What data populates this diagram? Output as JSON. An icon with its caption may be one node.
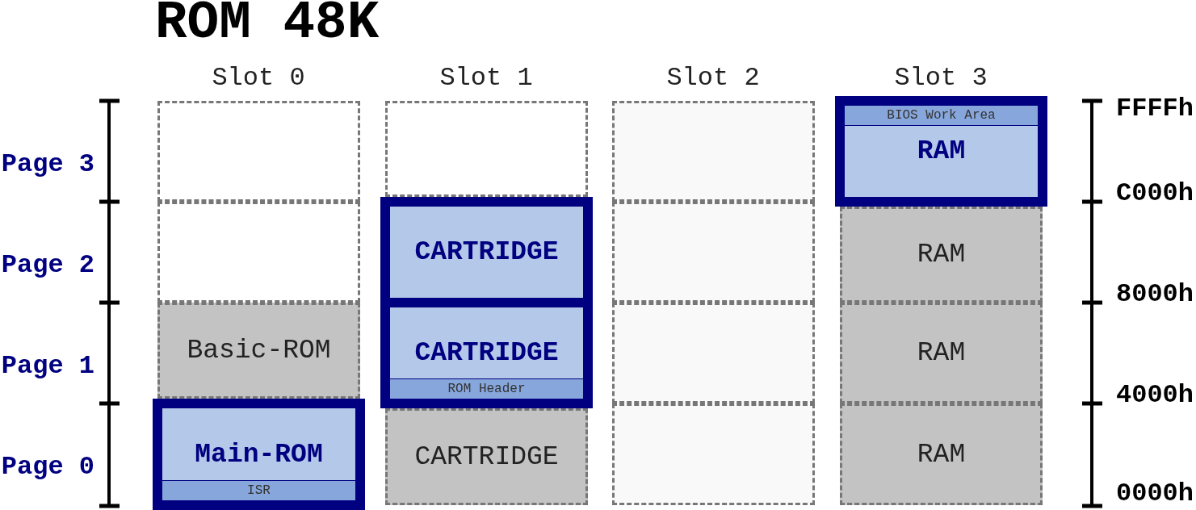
{
  "diagram": {
    "title": "ROM 48K",
    "nodes": [
      {
        "text": [],
        "shape": "box"
      },
      {
        "text": [],
        "shape": "box"
      },
      {
        "text": [],
        "shape": "box"
      },
      {
        "text": [
          "RAM"
        ]
      },
      {
        "text": [
          "BIOS Work Area"
        ],
        "in": 3
      },
      {
        "text": [],
        "shape": "box"
      },
      {
        "text": [
          "CARTRIDGE"
        ]
      },
      {
        "text": [],
        "shape": "box"
      },
      {
        "text": [
          "RAM"
        ]
      },
      {
        "text": [
          "Basic-ROM"
        ]
      },
      {
        "text": [
          "CARTRIDGE"
        ]
      },
      {
        "text": [
          "ROM Header"
        ],
        "in": 10
      },
      {
        "text": [],
        "shape": "box"
      },
      {
        "text": [
          "RAM"
        ]
      },
      {
        "text": [
          "Main-ROM"
        ]
      },
      {
        "text": [
          "ISR"
        ],
        "in": 14
      },
      {
        "text": [
          "CARTRIDGE"
        ]
      },
      {
        "text": [],
        "shape": "box"
      },
      {
        "text": [
          "RAM"
        ]
      }
    ],
    "labels": [
      "Slot 0",
      "Slot 1",
      "Slot 2",
      "Slot 3",
      "Page 3",
      "Page 2",
      "Page 1",
      "Page 0",
      "FFFFh",
      "C000h",
      "8000h",
      "4000h",
      "0000h"
    ]
  }
}
